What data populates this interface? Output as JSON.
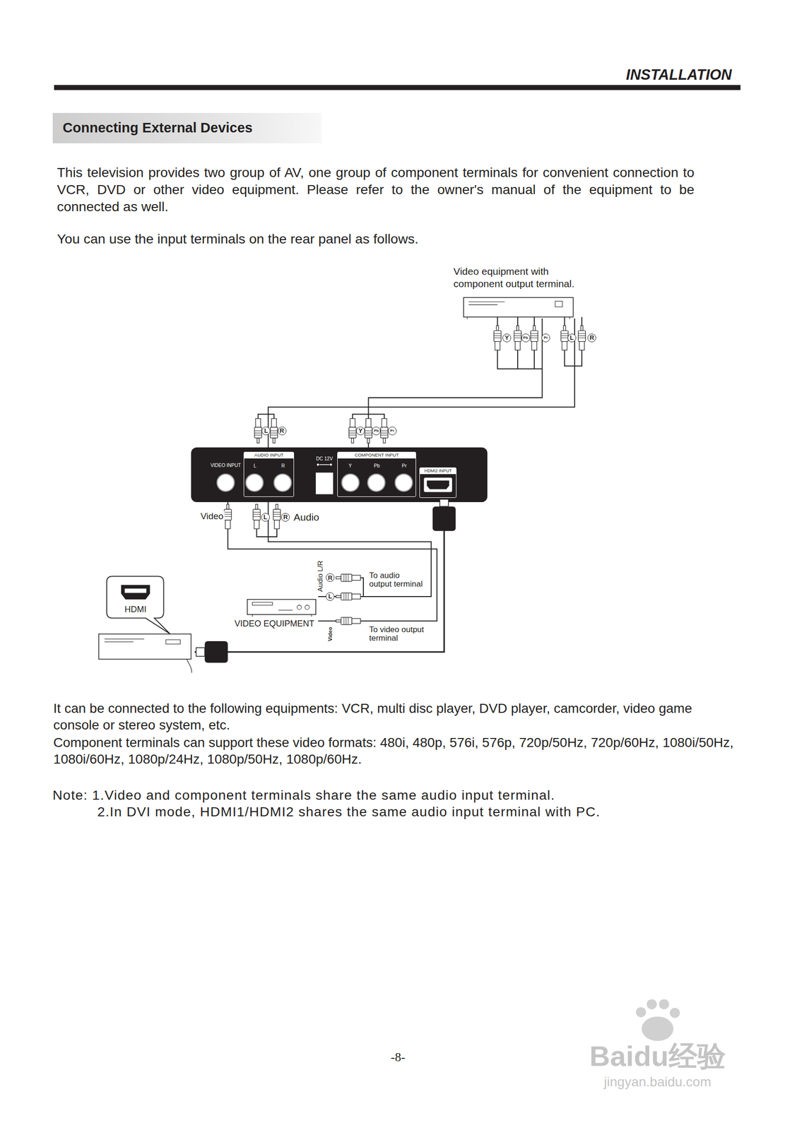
{
  "diagram": {
    "nodes": [
      {
        "text": [
          "Connecting External Devices"
        ]
      },
      {
        "text": [
          "Video equipment with component output terminal."
        ]
      },
      {
        "text": [
          "VIDEO INPUT"
        ]
      },
      {
        "text": [
          "AUDIO INPUT",
          "L",
          "R"
        ]
      },
      {
        "text": [
          "COMPONENT INPUT",
          "Y",
          "Pb",
          "Pr"
        ]
      },
      {
        "text": [
          "HDMI2 INPUT"
        ]
      },
      {
        "text": [
          "HDMI"
        ]
      },
      {
        "text": [
          "VIDEO EQUIPMENT"
        ]
      }
    ],
    "edges": [
      {
        "from": 1,
        "to": 4,
        "arrow": "none"
      },
      {
        "from": 1,
        "to": 3,
        "arrow": "none"
      },
      {
        "from": 7,
        "to": 2,
        "arrow": "none"
      },
      {
        "from": 7,
        "to": 3,
        "arrow": "none"
      },
      {
        "from": 6,
        "to": 5,
        "arrow": "none"
      }
    ],
    "labels": [
      "INSTALLATION",
      "This television provides two group of AV, one group of component terminals for convenient connection to VCR, DVD or other video equipment. Please refer to the owner's manual of the equipment to be connected as well.",
      "You can use the input terminals on the rear panel as follows.",
      "Y",
      "Pb",
      "Pr",
      "L",
      "R",
      "L",
      "R",
      "Y",
      "Pb",
      "Pr",
      "DC 12V",
      "Video",
      "L",
      "R",
      "Audio",
      "Audio L/R",
      "R",
      "L",
      "Video",
      "To audio output terminal",
      "To video output terminal",
      "It can be connected to the following equipments: VCR, multi disc player, DVD player, camcorder, video game console or stereo system, etc.",
      "Component terminals can support these video formats: 480i, 480p, 576i, 576p, 720p/50Hz, 720p/60Hz, 1080i/50Hz, 1080i/60Hz, 1080p/24Hz, 1080p/50Hz, 1080p/60Hz.",
      "Note: 1.Video and component terminals share the same audio input terminal.",
      "2.In DVI mode, HDMI1/HDMI2 shares the same audio input terminal with PC.",
      "-8-",
      "Baidu经验",
      "jingyan.baidu.com"
    ]
  }
}
